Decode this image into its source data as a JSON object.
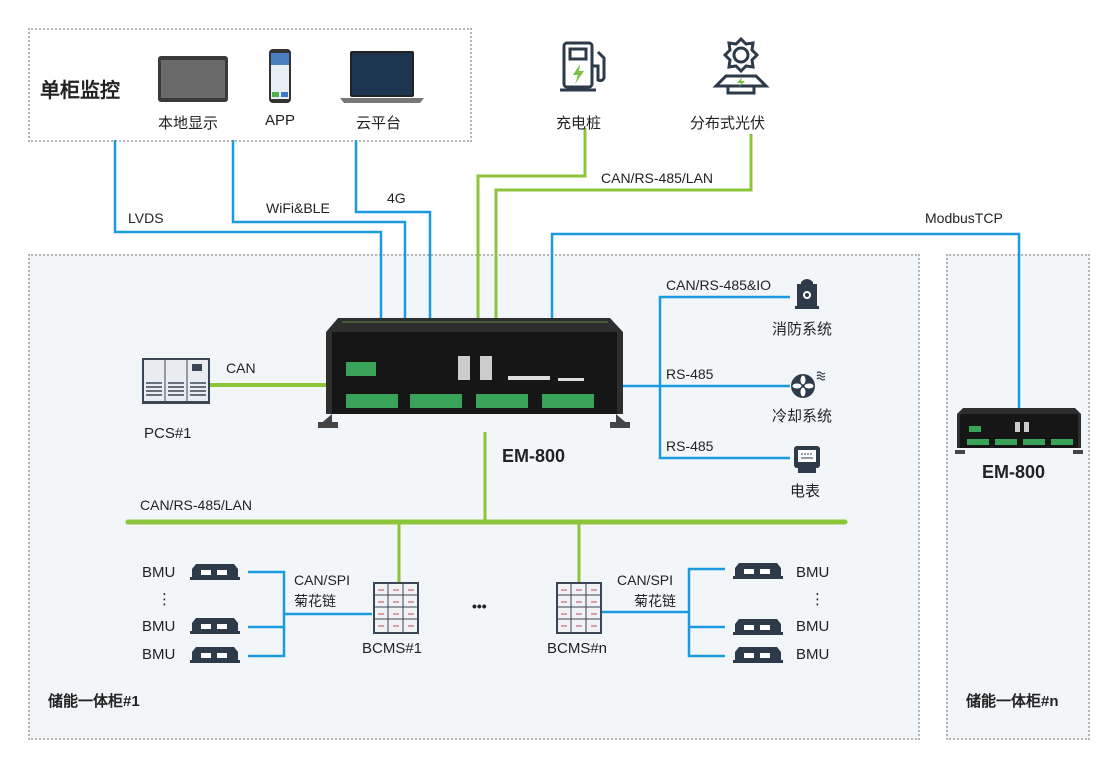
{
  "monitoring": {
    "title": "单柜监控",
    "devices": [
      {
        "label": "本地显示",
        "icon": "tablet-display-icon"
      },
      {
        "label": "APP",
        "icon": "smartphone-icon"
      },
      {
        "label": "云平台",
        "icon": "laptop-icon"
      }
    ]
  },
  "external": {
    "charger": {
      "label": "充电桩",
      "icon": "ev-charger-icon"
    },
    "pv": {
      "label": "分布式光伏",
      "icon": "solar-panel-icon"
    }
  },
  "links": {
    "lvds": "LVDS",
    "wifi": "WiFi&BLE",
    "g4": "4G",
    "ext_bus": "CAN/RS-485/LAN",
    "modbus": "ModbusTCP",
    "pcs": "CAN",
    "fire": "CAN/RS-485&IO",
    "cooling": "RS-485",
    "meter": "RS-485",
    "main_bus": "CAN/RS-485/LAN",
    "daisy_left_1": "CAN/SPI",
    "daisy_left_2": "菊花链",
    "daisy_right_1": "CAN/SPI",
    "daisy_right_2": "菊花链"
  },
  "cabinet1": {
    "label": "储能一体柜#1",
    "controller": "EM-800",
    "pcs": "PCS#1",
    "fire": "消防系统",
    "cooling": "冷却系统",
    "meter": "电表",
    "bcms_left": "BCMS#1",
    "bcms_right": "BCMS#n",
    "ellipsis": "•••",
    "bmu_left": [
      "BMU",
      "BMU",
      "BMU"
    ],
    "bmu_right": [
      "BMU",
      "BMU",
      "BMU"
    ],
    "vdots": "⋮"
  },
  "cabinetn": {
    "label": "储能一体柜#n",
    "controller": "EM-800"
  },
  "colors": {
    "blue_line": "#1a9be0",
    "green_line": "#8cc43a",
    "icon_dark": "#2c3a4a",
    "bolt_green": "#7ac143",
    "panel_bg": "#f3f6f9"
  }
}
